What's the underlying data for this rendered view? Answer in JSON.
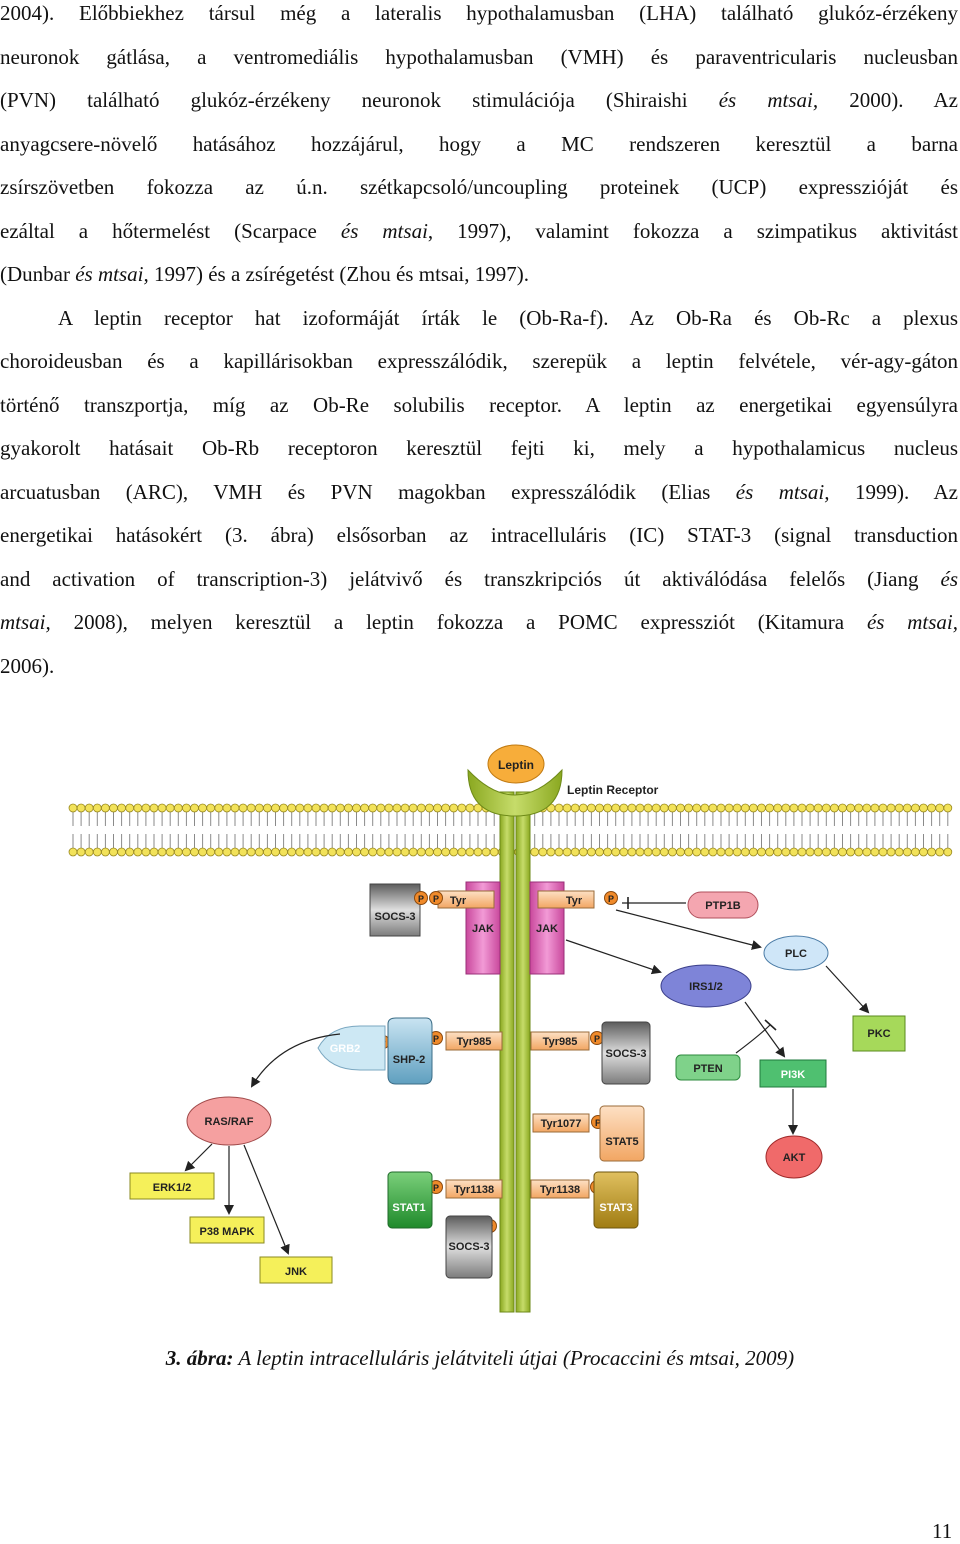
{
  "paragraph1": {
    "l1": "2004). Előbbiekhez társul még a lateralis hypothalamusban (LHA) található glukóz-érzékeny",
    "l2": "neuronok gátlása, a ventromediális hypothalamusban (VMH) és paraventricularis nucleusban",
    "l3a": "(PVN) található glukóz-érzékeny neuronok stimulációja (Shiraishi ",
    "l3b": "és mtsai,",
    "l3c": " 2000). Az",
    "l4": "anyagcsere-növelő hatásához hozzájárul, hogy a MC rendszeren keresztül a barna",
    "l5": "zsírszövetben fokozza az ú.n. szétkapcsoló/uncoupling proteinek (UCP) expresszióját és",
    "l6a": "ezáltal a hőtermelést (Scarpace ",
    "l6b": "és mtsai",
    "l6c": ", 1997), valamint fokozza a szimpatikus aktivitást",
    "l7a": "(Dunbar ",
    "l7b": "és mtsai,",
    "l7c": " 1997) és a zsírégetést (Zhou és mtsai, 1997)."
  },
  "paragraph2": {
    "l1": "A leptin receptor hat izoformáját írták le (Ob-Ra-f). Az Ob-Ra és Ob-Rc a plexus",
    "l2": "choroideusban és a kapillárisokban expresszálódik, szerepük a leptin felvétele, vér-agy-gáton",
    "l3": "történő transzportja, míg az Ob-Re solubilis receptor. A leptin az energetikai egyensúlyra",
    "l4": "gyakorolt hatásait Ob-Rb receptoron keresztül fejti ki, mely a hypothalamicus nucleus",
    "l5a": "arcuatusban (ARC), VMH és PVN magokban expresszálódik (Elias ",
    "l5b": "és mtsai,",
    "l5c": " 1999). Az",
    "l6": "energetikai hatásokért (3. ábra) elsősorban az intracelluláris (IC) STAT-3 (signal transduction",
    "l7a": "and activation of transcription-3) jelátvivő és transzkripciós út aktiválódása felelős (Jiang ",
    "l7b": "és",
    "l8a": "mtsai,",
    "l8b": " 2008), melyen keresztül a leptin fokozza a POMC expressziót (Kitamura ",
    "l8c": "és mtsai,",
    "l9": "2006)."
  },
  "figure": {
    "leptin": "Leptin",
    "leptin_receptor": "Leptin Receptor",
    "socs3_top": "SOCS-3",
    "p": "P",
    "tyr": "Tyr",
    "jak": "JAK",
    "ptp1b": "PTP1B",
    "plc": "PLC",
    "irs": "IRS1/2",
    "grb2": "GRB2",
    "shp2": "SHP-2",
    "tyr985": "Tyr985",
    "socs3": "SOCS-3",
    "pten": "PTEN",
    "pi3k": "PI3K",
    "pkc": "PKC",
    "rasraf": "RAS/RAF",
    "tyr1077": "Tyr1077",
    "stat5": "STAT5",
    "akt": "AKT",
    "erk": "ERK1/2",
    "p38": "P38 MAPK",
    "jnk": "JNK",
    "stat1": "STAT1",
    "tyr1138": "Tyr1138",
    "stat3": "STAT3"
  },
  "caption": {
    "label": "3. ábra:",
    "text": " A leptin intracelluláris jelátviteli útjai (Procaccini és mtsai, 2009)"
  },
  "page_number": "11"
}
